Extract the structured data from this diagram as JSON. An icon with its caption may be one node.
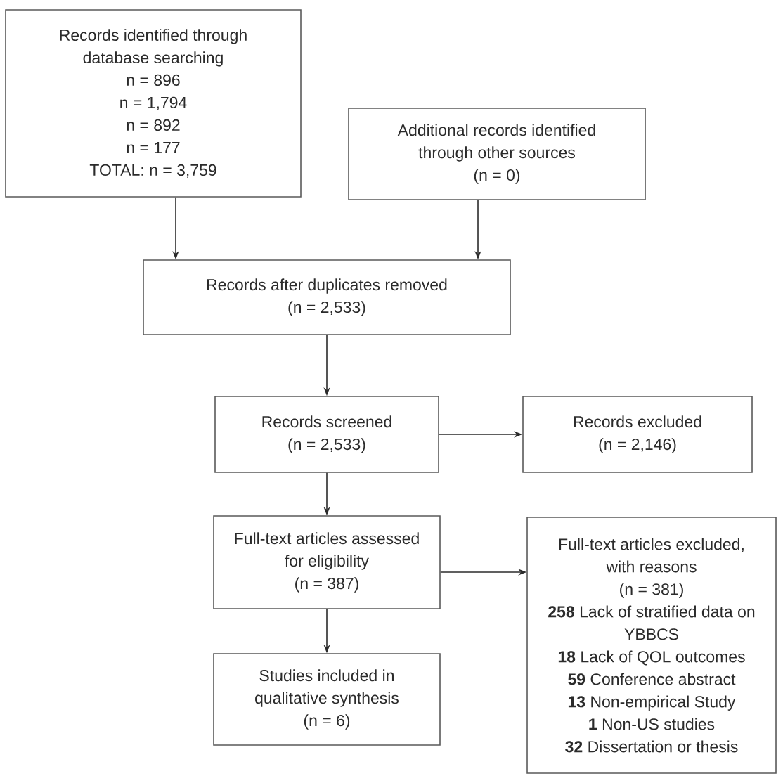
{
  "diagram": {
    "nodes": [
      {
        "text": [
          "Records identified through database searching",
          "n = 896",
          "n = 1,794",
          "n = 892",
          "n = 177",
          "TOTAL: n = 3,759"
        ]
      },
      {
        "text": [
          "Additional records identified through other sources",
          "(n = 0)"
        ]
      },
      {
        "text": [
          "Records after duplicates removed",
          "(n = 2,533)"
        ]
      },
      {
        "text": [
          "Records screened",
          "(n = 2,533)"
        ]
      },
      {
        "text": [
          "Records excluded",
          "(n = 2,146)"
        ]
      },
      {
        "text": [
          "Full-text articles assessed for eligibility",
          "(n = 387)"
        ]
      },
      {
        "text": [
          "Full-text articles excluded, with reasons",
          "(n = 381)",
          "**258** Lack of stratified data on YBBCS",
          "**18** Lack of QOL outcomes",
          "**59** Conference abstract",
          "**13** Non-empirical Study",
          "**1** Non-US studies",
          "**32** Dissertation or thesis"
        ]
      },
      {
        "text": [
          "Studies included in qualitative synthesis",
          "(n = 6)"
        ]
      }
    ],
    "edges": [
      {
        "from": 0,
        "to": 2,
        "arrow": "to"
      },
      {
        "from": 1,
        "to": 2,
        "arrow": "to"
      },
      {
        "from": 2,
        "to": 3,
        "arrow": "to"
      },
      {
        "from": 3,
        "to": 4,
        "arrow": "to"
      },
      {
        "from": 3,
        "to": 5,
        "arrow": "to"
      },
      {
        "from": 5,
        "to": 6,
        "arrow": "to"
      },
      {
        "from": 5,
        "to": 7,
        "arrow": "to"
      }
    ]
  }
}
